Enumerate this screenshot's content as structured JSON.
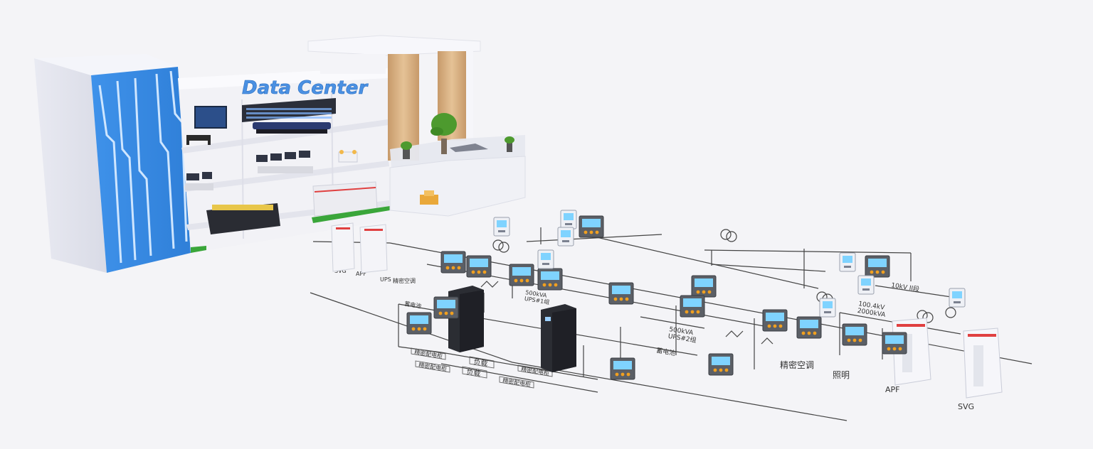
{
  "building": {
    "sign": "Data Center"
  },
  "labels": {
    "load_a": "负载",
    "load_b": "负载",
    "precision_cabinet_1": "精密配电柜",
    "precision_cabinet_2": "精密配电柜",
    "precision_cabinet_3": "精密配电柜",
    "precision_cabinet_4": "精密配电柜",
    "ups1": "500kVA\nUPS#1组",
    "ups2": "500kVA\nUPS#2组",
    "battery": "蓄电池",
    "battery_left": "蓄电池",
    "transformer": "100.4kV\n2000kVA",
    "bus_10kv": "10kV II段",
    "precision_ac": "精密空调",
    "lighting": "照明",
    "apf_small": "APF",
    "svg_small": "SVG",
    "apf_big": "APF",
    "svg_big": "SVG",
    "ups_small_left": "UPS",
    "precision_ac_left": "精密空调"
  },
  "colors": {
    "facade_blue": "#3d8fe6",
    "sign_blue": "#4a90e2",
    "meter_body": "#5b5f66",
    "meter_screen": "#7fd3ff",
    "meter_button": "#f0a020",
    "ups_cabinet": "#2b2d33",
    "panel_red": "#e04040",
    "line": "#444444",
    "lawn": "#3aa63a"
  }
}
